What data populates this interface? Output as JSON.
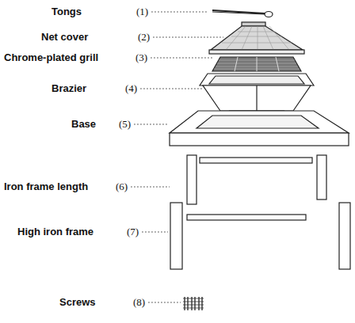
{
  "diagram": {
    "labels": [
      "Tongs",
      "(1)",
      "Net cover",
      "(2)",
      "Chrome-plated grill",
      "(3)",
      "Brazier",
      "(4)",
      "Base",
      "(5)",
      "Iron frame length",
      "(6)",
      "High iron frame",
      "(7)",
      "Screws",
      "(8)"
    ]
  }
}
